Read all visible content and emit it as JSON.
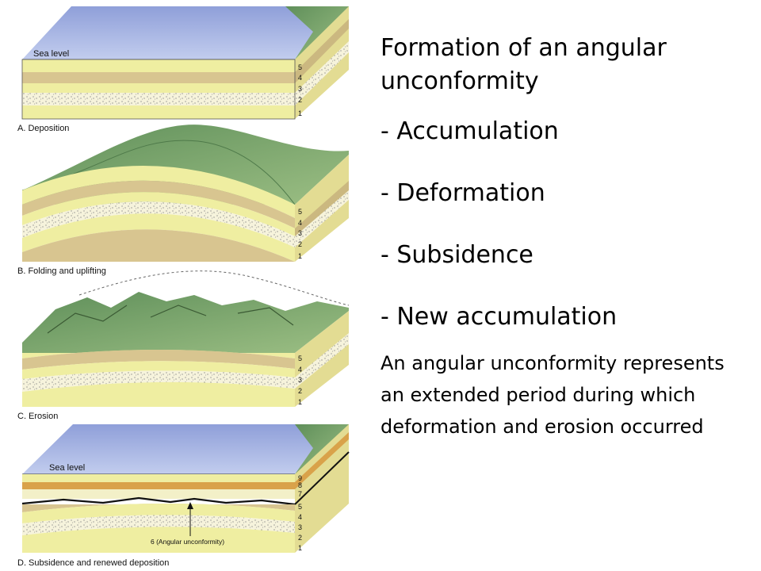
{
  "slide": {
    "title": "Formation of an angular unconformity",
    "steps": [
      "- Accumulation",
      "- Deformation",
      "- Subsidence",
      "- New accumulation"
    ],
    "note": "An angular unconformity represents an extended period  during which deformation and erosion occurred"
  },
  "diagram": {
    "panels": [
      {
        "label": "A. Deposition",
        "sea_label": "Sea level",
        "layers": [
          "5",
          "4",
          "3",
          "2",
          "1"
        ]
      },
      {
        "label": "B. Folding and uplifting",
        "layers": [
          "5",
          "4",
          "3",
          "2",
          "1"
        ]
      },
      {
        "label": "C. Erosion",
        "layers": [
          "5",
          "4",
          "3",
          "2",
          "1"
        ]
      },
      {
        "label": "D. Subsidence and renewed deposition",
        "sea_label": "Sea level",
        "layers": [
          "9",
          "8",
          "7",
          "5",
          "4",
          "3",
          "2",
          "1"
        ],
        "callout": "6 (Angular unconformity)"
      }
    ]
  },
  "colors": {
    "water": "#a9b7e3",
    "land": "#7fa56c",
    "sand": "#efeea1",
    "tan": "#d8c590",
    "pale": "#f3f0c8",
    "orange": "#d9a24a"
  }
}
